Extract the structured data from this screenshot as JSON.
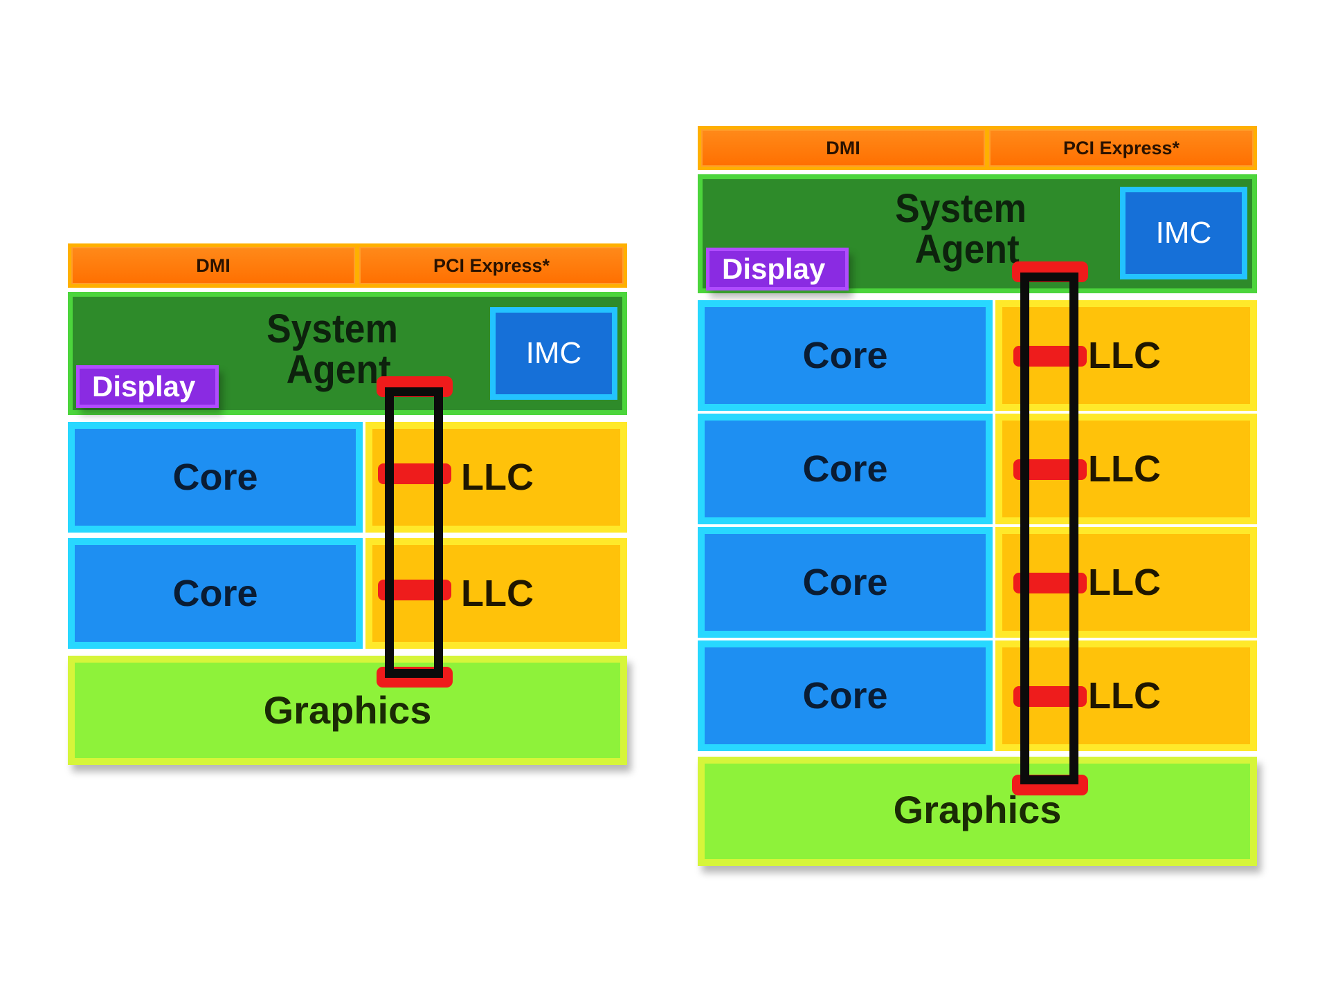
{
  "diagrams": [
    {
      "io": {
        "dmi": "DMI",
        "pcie": "PCI Express*"
      },
      "system_agent": {
        "line1": "System",
        "line2": "Agent",
        "imc": "IMC",
        "display": "Display"
      },
      "rows": [
        {
          "core": "Core",
          "llc": "LLC"
        },
        {
          "core": "Core",
          "llc": "LLC"
        }
      ],
      "graphics": "Graphics"
    },
    {
      "io": {
        "dmi": "DMI",
        "pcie": "PCI Express*"
      },
      "system_agent": {
        "line1": "System",
        "line2": "Agent",
        "imc": "IMC",
        "display": "Display"
      },
      "rows": [
        {
          "core": "Core",
          "llc": "LLC"
        },
        {
          "core": "Core",
          "llc": "LLC"
        },
        {
          "core": "Core",
          "llc": "LLC"
        },
        {
          "core": "Core",
          "llc": "LLC"
        }
      ],
      "graphics": "Graphics"
    }
  ],
  "colors": {
    "io": "#ff7a00",
    "system_agent": "#2e8b2a",
    "imc": "#1670d8",
    "display": "#8a2be2",
    "core": "#1e8ff2",
    "llc": "#ffc20a",
    "graphics": "#8ef23a",
    "ring": "#0b0b0b",
    "ring_stop": "#ee1c1c"
  }
}
